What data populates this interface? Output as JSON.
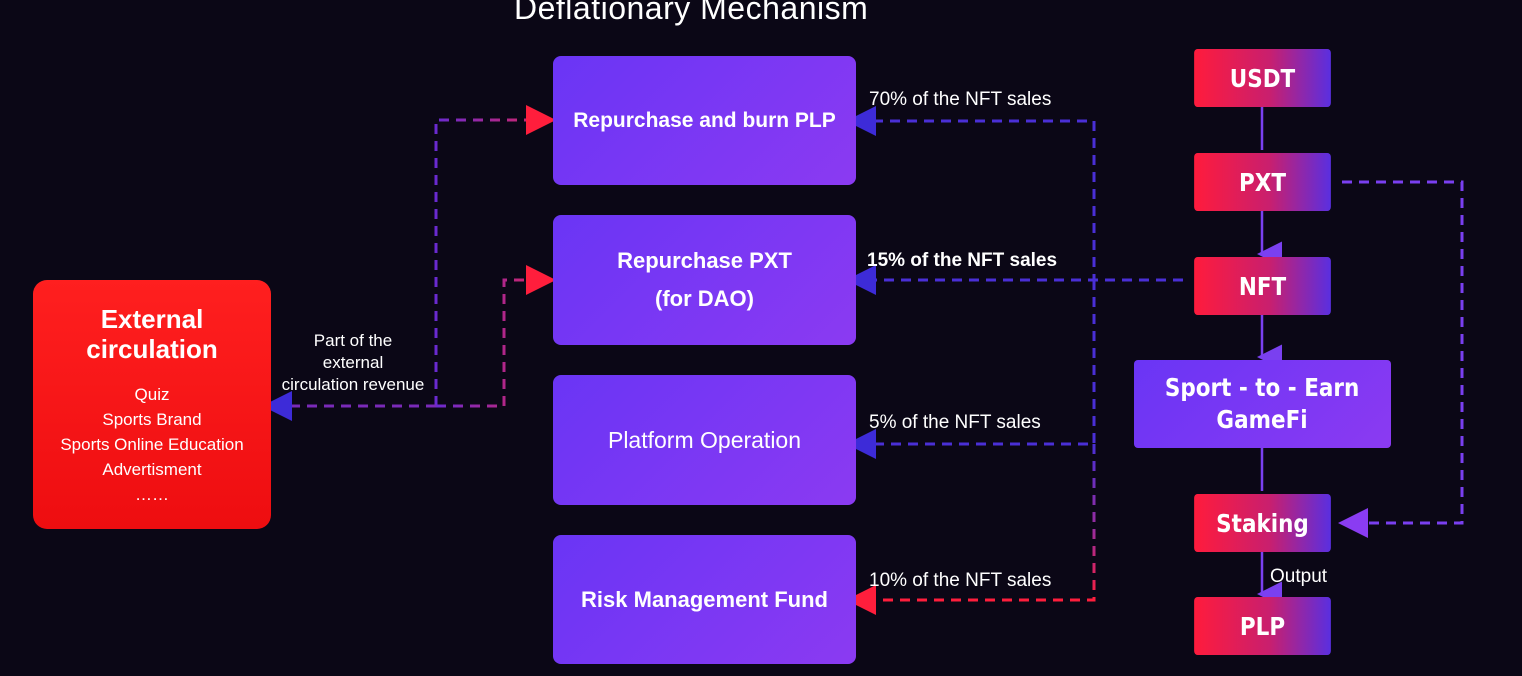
{
  "title": "Deflationary Mechanism",
  "external": {
    "title_line1": "External",
    "title_line2": "circulation",
    "items": [
      "Quiz",
      "Sports Brand",
      "Sports Online Education",
      "Advertisment",
      "……"
    ]
  },
  "revenue_label": {
    "line1": "Part of the",
    "line2": "external",
    "line3": "circulation revenue"
  },
  "purple_boxes": {
    "repurchase_burn": "Repurchase and burn PLP",
    "repurchase_pxt_line1": "Repurchase PXT",
    "repurchase_pxt_line2": "(for DAO)",
    "platform_operation": "Platform Operation",
    "risk_fund": "Risk Management Fund"
  },
  "sales_labels": {
    "pct70": "70% of the NFT sales",
    "pct15": "15% of the NFT sales",
    "pct5": "5% of the NFT sales",
    "pct10": "10% of the NFT sales"
  },
  "flow": {
    "usdt": "USDT",
    "pxt": "PXT",
    "nft": "NFT",
    "gamefi_line1": "Sport - to - Earn",
    "gamefi_line2": "GameFi",
    "staking": "Staking",
    "output_label": "Output",
    "plp": "PLP"
  },
  "colors": {
    "background": "#0b0716",
    "external_red": "#ff1f1f",
    "purple": "#7a37f4",
    "dash_blue": "#4a2fd6",
    "dash_red": "#ff1e3c"
  }
}
